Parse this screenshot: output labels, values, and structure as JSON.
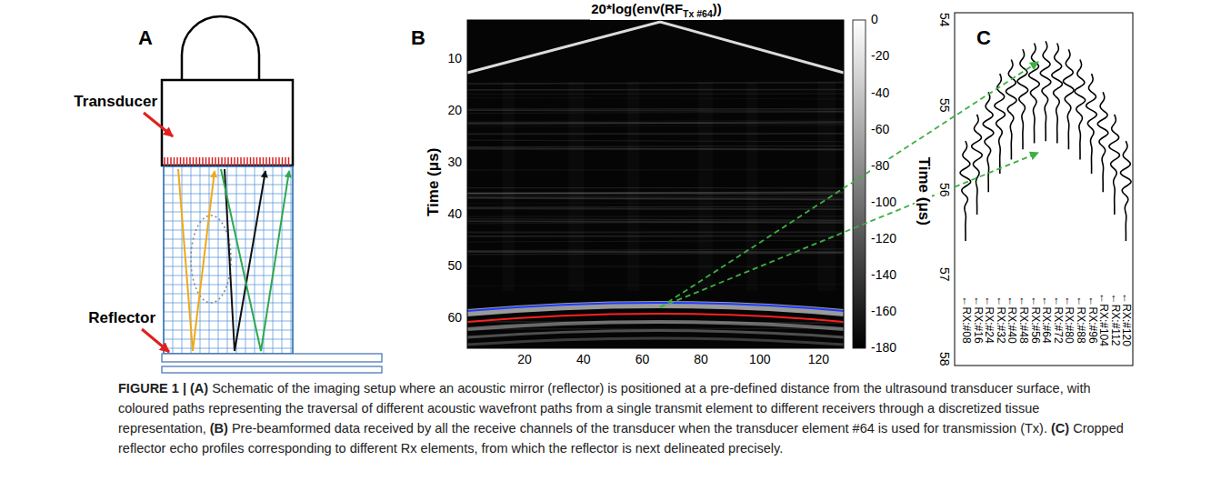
{
  "diagram": {
    "caption": "FIGURE 1 | (A) Schematic of the imaging setup where an acoustic mirror (reflector) is positioned at a pre-defined distance from the ultrasound transducer surface, with coloured paths representing the traversal of different acoustic wavefront paths from a single transmit element to different receivers through a discretized tissue representation, (B) Pre-beamformed data received by all the receive channels of the transducer when the transducer element #64 is used for transmission (Tx). (C) Cropped reflector echo profiles corresponding to different Rx elements, from which the reflector is next delineated precisely.",
    "labels": [
      "A",
      "Transducer",
      "Reflector",
      "B",
      "20*log(env(RF",
      "Tx #64",
      "))",
      "Time (μs)",
      "10",
      "20",
      "30",
      "40",
      "50",
      "60",
      "20",
      "40",
      "60",
      "80",
      "100",
      "120",
      "0",
      "-20",
      "-40",
      "-60",
      "-80",
      "-100",
      "-120",
      "-140",
      "-160",
      "-180",
      "C",
      "Time (μs)",
      "54",
      "55",
      "56",
      "57",
      "58",
      "←RX:#08",
      "←RX:#16",
      "←RX:#24",
      "←RX:#32",
      "←RX:#40",
      "←RX:#48",
      "←RX:#56",
      "←RX:#64",
      "←RX:#72",
      "←RX:#80",
      "←RX:#88",
      "←RX:#96",
      "←RX:#104",
      "←RX:#112",
      "←RX:#120"
    ]
  }
}
